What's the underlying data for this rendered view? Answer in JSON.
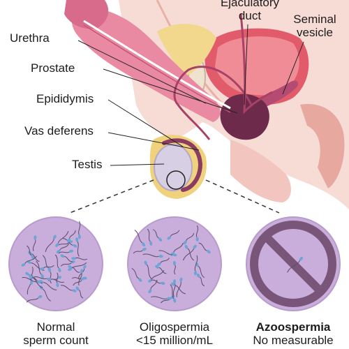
{
  "labels": {
    "urethra": "Urethra",
    "prostate": "Prostate",
    "epididymis": "Epididymis",
    "vas_deferens": "Vas deferens",
    "testis": "Testis",
    "ejaculatory_duct_line1": "Ejaculatory",
    "ejaculatory_duct_line2": "duct",
    "seminal_vesicle_line1": "Seminal",
    "seminal_vesicle_line2": "vesicle"
  },
  "panels": [
    {
      "title": "Normal",
      "subtitle": "sperm count",
      "icon": "sperm-many"
    },
    {
      "title": "Oligospermia",
      "subtitle": "<15 million/mL",
      "icon": "sperm-few"
    },
    {
      "title": "Azoospermia",
      "subtitle": "No measurable",
      "icon": "no-sign-icon"
    }
  ],
  "colors": {
    "skin": "#f7dcd6",
    "penis": "#e98aa2",
    "urethra_line": "#ffffff",
    "bladder": "#e25b6a",
    "prostate": "#6d2a4b",
    "testis": "#d7cfe3",
    "circle_fill": "#c9aedb",
    "no_sign": "#7a557a",
    "sperm_head": "#6ea3d6"
  }
}
